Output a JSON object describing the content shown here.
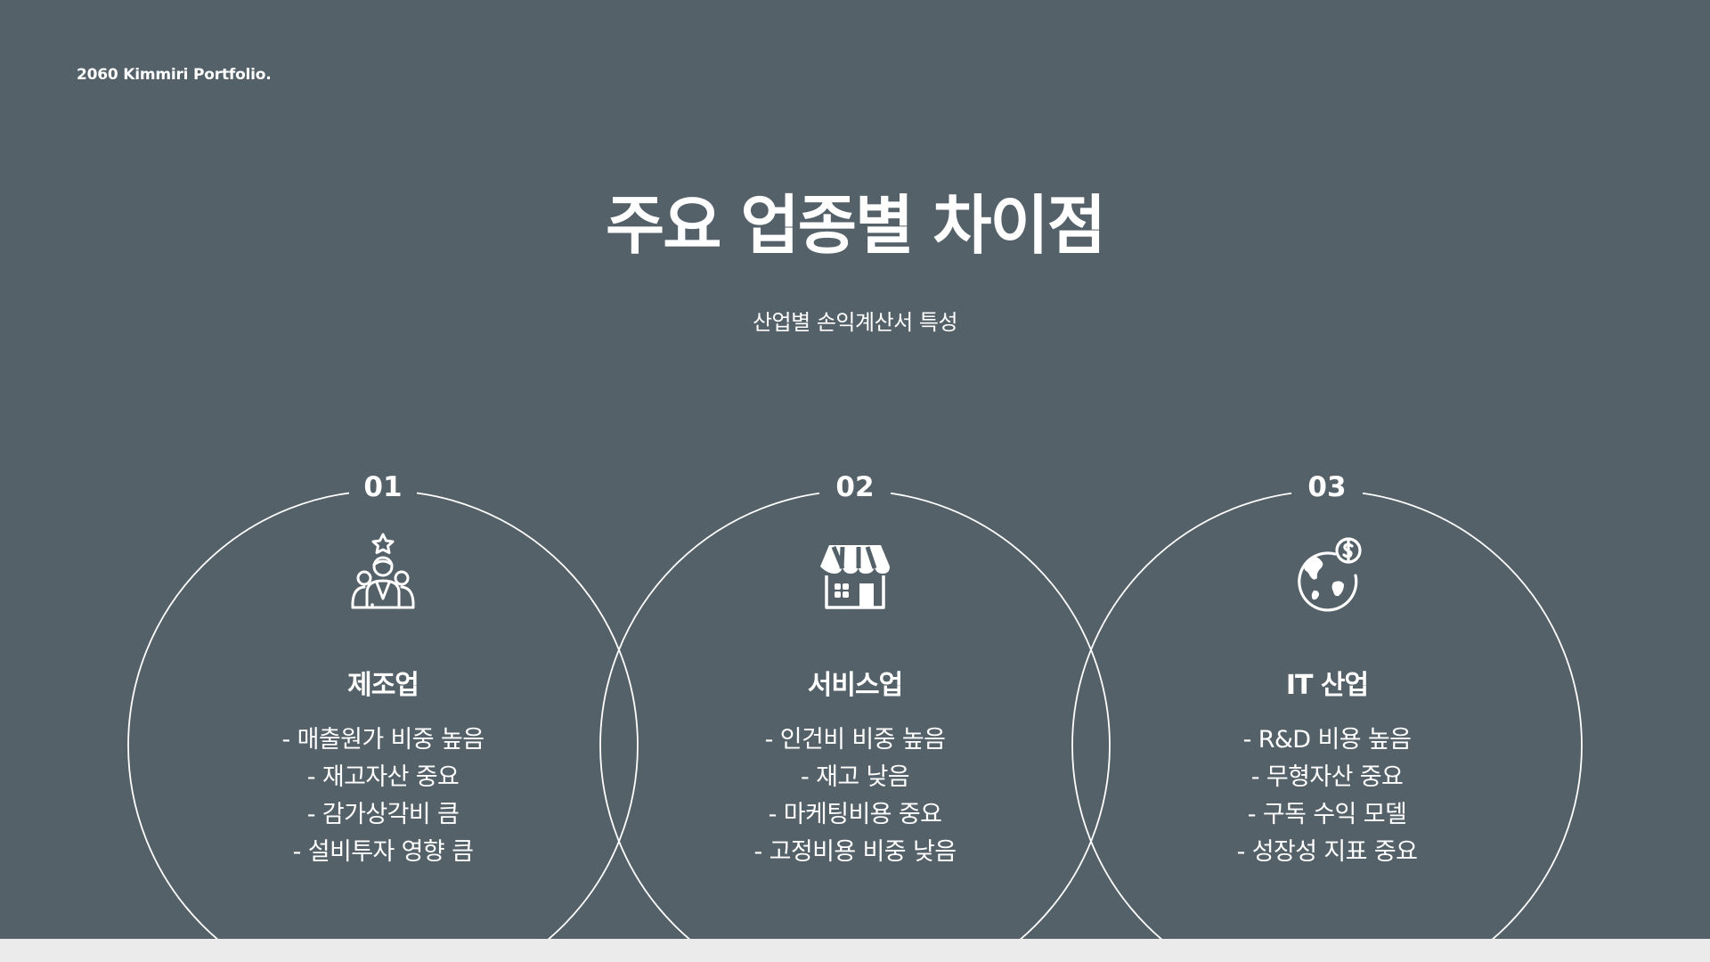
{
  "header": {
    "brand": "2060 Kimmiri Portfolio."
  },
  "title": "주요 업종별 차이점",
  "subtitle": "산업별 손익계산서 특성",
  "colors": {
    "background": "#546168",
    "bottom_strip": "#ebebeb",
    "foreground": "#ffffff"
  },
  "columns": [
    {
      "number": "01",
      "icon": "team-leader-icon",
      "heading": "제조업",
      "items": [
        "- 매출원가 비중 높음",
        "- 재고자산 중요",
        "- 감가상각비 큼",
        "- 설비투자 영향 큼"
      ]
    },
    {
      "number": "02",
      "icon": "storefront-icon",
      "heading": "서비스업",
      "items": [
        "- 인건비 비중 높음",
        "- 재고 낮음",
        "- 마케팅비용 중요",
        "- 고정비용 비중 낮음"
      ]
    },
    {
      "number": "03",
      "icon": "globe-dollar-icon",
      "heading": "IT 산업",
      "items": [
        "- R&D 비용 높음",
        "- 무형자산 중요",
        "- 구독 수익 모델",
        "- 성장성 지표 중요"
      ]
    }
  ]
}
